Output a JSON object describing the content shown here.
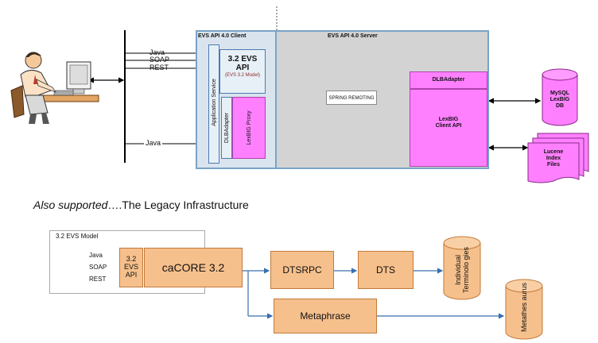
{
  "top_diagram": {
    "client_title": "EVS API 4.0 Client",
    "server_title": "EVS API 4.0 Server",
    "interfaces": [
      "Java",
      "SOAP",
      "REST"
    ],
    "lower_interface": "Java",
    "api_box": {
      "line1": "3.2 EVS",
      "line2": "API",
      "line3": "(EVS 3.2 Model)"
    },
    "application_service": "Application Service",
    "dlbadapter_vertical": "DLBAdapter",
    "lexbig_proxy": "LexBIG Proxy",
    "spring_remoting": "SPRING REMOTING",
    "dlbadapter": "DLBAdapter",
    "lexbig_client_api": {
      "line1": "LexBIG",
      "line2": "Client API"
    },
    "mysql_db": {
      "line1": "MySQL",
      "line2": "LexBIG",
      "line3": "DB"
    },
    "lucene": {
      "line1": "Lucene",
      "line2": "Index",
      "line3": "Files"
    }
  },
  "section_heading": {
    "italic": "Also supported",
    "rest": "….The Legacy Infrastructure"
  },
  "legacy_diagram": {
    "model_label": "3.2 EVS Model",
    "interfaces": [
      "Java",
      "SOAP",
      "REST"
    ],
    "evs_api": {
      "line1": "3.2",
      "line2": "EVS",
      "line3": "API"
    },
    "cacore": "caCORE 3.2",
    "dtsrpc": "DTSRPC",
    "dts": "DTS",
    "metaphrase": "Metaphrase",
    "individual_terminologies": "Individual Terminolo gies",
    "metathesaurus": "Metathes aurus"
  }
}
